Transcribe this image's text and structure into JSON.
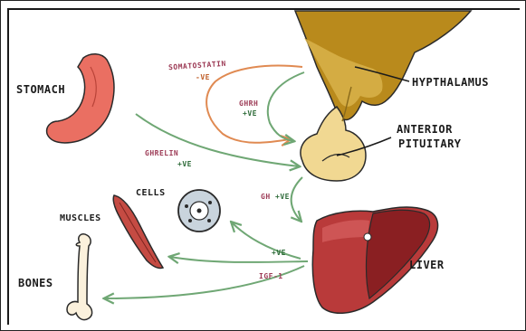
{
  "organs": {
    "stomach": "STOMACH",
    "hypothalamus": "HYPTHALAMUS",
    "anterior_pituitary_line1": "ANTERIOR",
    "anterior_pituitary_line2": "PITUITARY",
    "liver": "LIVER",
    "cells": "CELLS",
    "muscles": "MUSCLES",
    "bones": "BONES"
  },
  "hormones": {
    "somatostatin": "SOMATOSTATIN",
    "somatostatin_effect": "-VE",
    "ghrh": "GHRH",
    "ghrh_effect": "+VE",
    "ghrelin": "GHRELIN",
    "ghrelin_effect": "+VE",
    "gh": "GH",
    "gh_effect": "+VE",
    "igf1_effect": "+VE",
    "igf1": "IGF-1"
  },
  "colors": {
    "stomach": "#ea6f62",
    "hypothalamus": "#b98a1c",
    "pituitary": "#f1d892",
    "liver": "#b93a3a",
    "liver_dark": "#8a1f22",
    "muscle": "#c54b43",
    "cell_fill": "#c9d4dd",
    "bone": "#fbf1dc",
    "arrow_green": "#6fa774",
    "arrow_orange": "#e08a52",
    "label_red": "#9c3a55"
  }
}
